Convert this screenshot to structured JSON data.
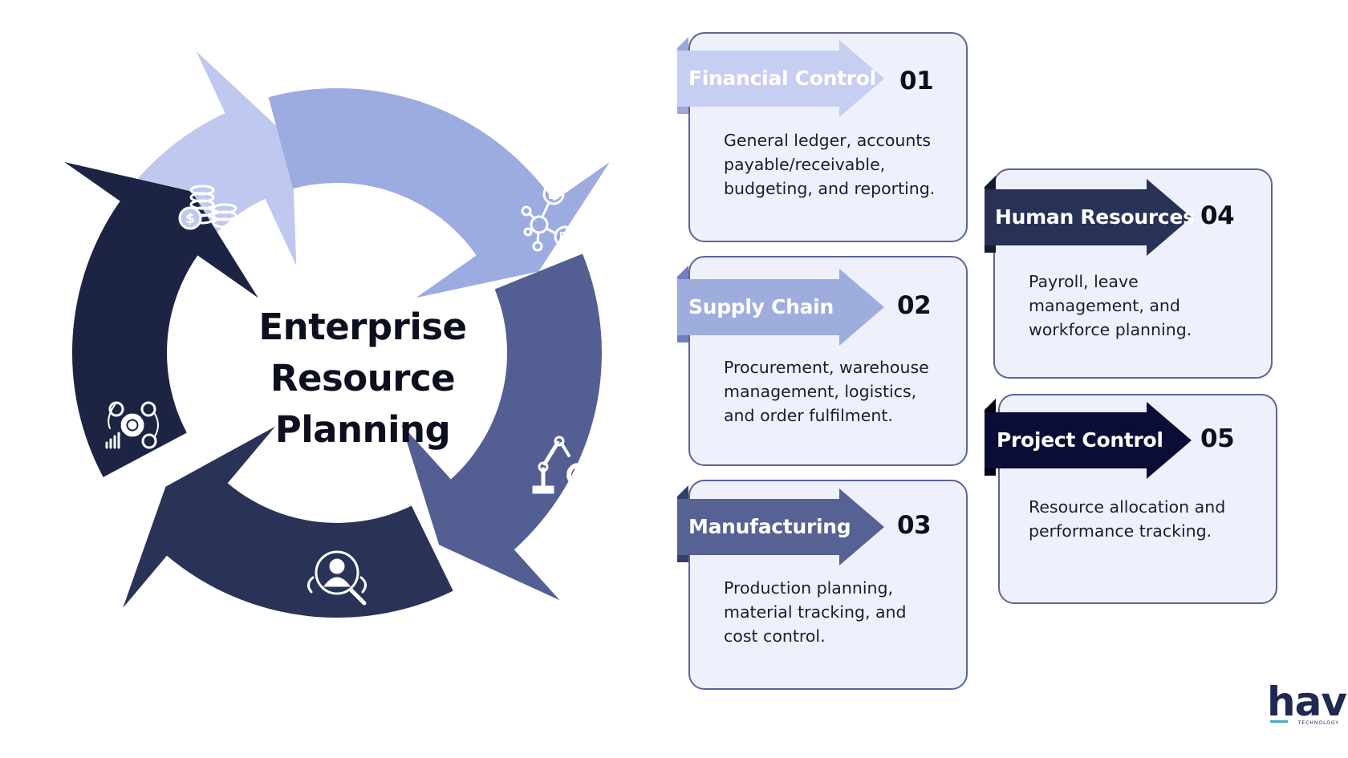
{
  "center": {
    "line1": "Enterprise",
    "line2": "Resource",
    "line3": "Planning"
  },
  "cycle_icons": [
    "coins-icon",
    "network-icon",
    "robot-arm-gear-icon",
    "user-search-icon",
    "gear-people-analytics-icon"
  ],
  "modules": [
    {
      "label": "Financial Control",
      "number": "01",
      "description": "General ledger, accounts\npayable/receivable,\nbudgeting, and reporting.",
      "color": "#c6cff2",
      "shadow": "#9aa8dc",
      "text_color": "#ffffff"
    },
    {
      "label": "Supply Chain",
      "number": "02",
      "description": "Procurement, warehouse\nmanagement, logistics,\nand order fulfilment.",
      "color": "#9eadde",
      "shadow": "#6f7fc0",
      "text_color": "#ffffff"
    },
    {
      "label": "Manufacturing",
      "number": "03",
      "description": "Production planning,\nmaterial tracking, and\ncost control.",
      "color": "#566194",
      "shadow": "#363f6b",
      "text_color": "#ffffff"
    },
    {
      "label": "Human Resources",
      "number": "04",
      "description": "Payroll, leave\nmanagement, and\nworkforce planning.",
      "color": "#283257",
      "shadow": "#141a33",
      "text_color": "#ffffff"
    },
    {
      "label": "Project Control",
      "number": "05",
      "description": "Resource allocation and\nperformance tracking.",
      "color": "#0a0d35",
      "shadow": "#030416",
      "text_color": "#ffffff"
    }
  ],
  "arc_colors": [
    "#bfc9ef",
    "#9dace0",
    "#535e93",
    "#293357",
    "#1d2443"
  ],
  "logo": {
    "word": "havi",
    "sub": "TECHNOLOGY"
  }
}
